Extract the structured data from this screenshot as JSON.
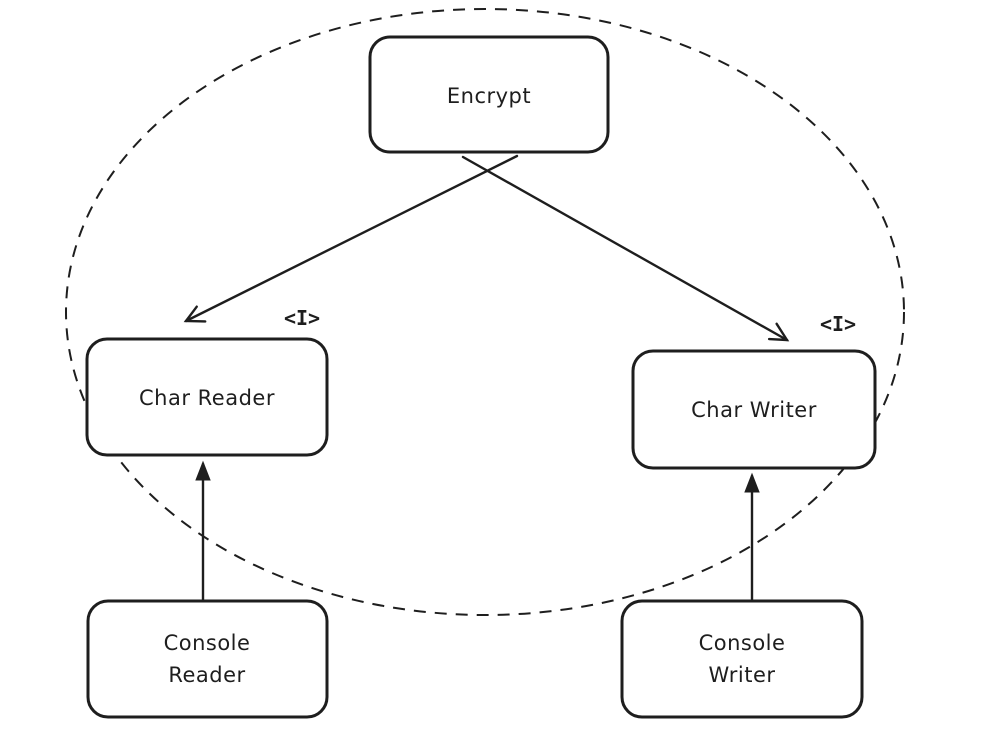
{
  "diagram": {
    "colors": {
      "stroke": "#1e1e1e",
      "background": "#ffffff"
    },
    "boundary": {
      "type": "dashed-ellipse"
    },
    "nodes": {
      "encrypt": {
        "label": "Encrypt"
      },
      "char_reader": {
        "label": "Char Reader",
        "stereotype": "<I>"
      },
      "char_writer": {
        "label": "Char Writer",
        "stereotype": "<I>"
      },
      "console_reader": {
        "label_line1": "Console",
        "label_line2": "Reader"
      },
      "console_writer": {
        "label_line1": "Console",
        "label_line2": "Writer"
      }
    },
    "edges": [
      {
        "from": "Encrypt",
        "to": "Char Reader",
        "style": "solid",
        "arrowhead": "open"
      },
      {
        "from": "Encrypt",
        "to": "Char Writer",
        "style": "solid",
        "arrowhead": "open"
      },
      {
        "from": "Console Reader",
        "to": "Char Reader",
        "style": "solid",
        "arrowhead": "triangle"
      },
      {
        "from": "Console Writer",
        "to": "Char Writer",
        "style": "solid",
        "arrowhead": "triangle"
      }
    ]
  }
}
